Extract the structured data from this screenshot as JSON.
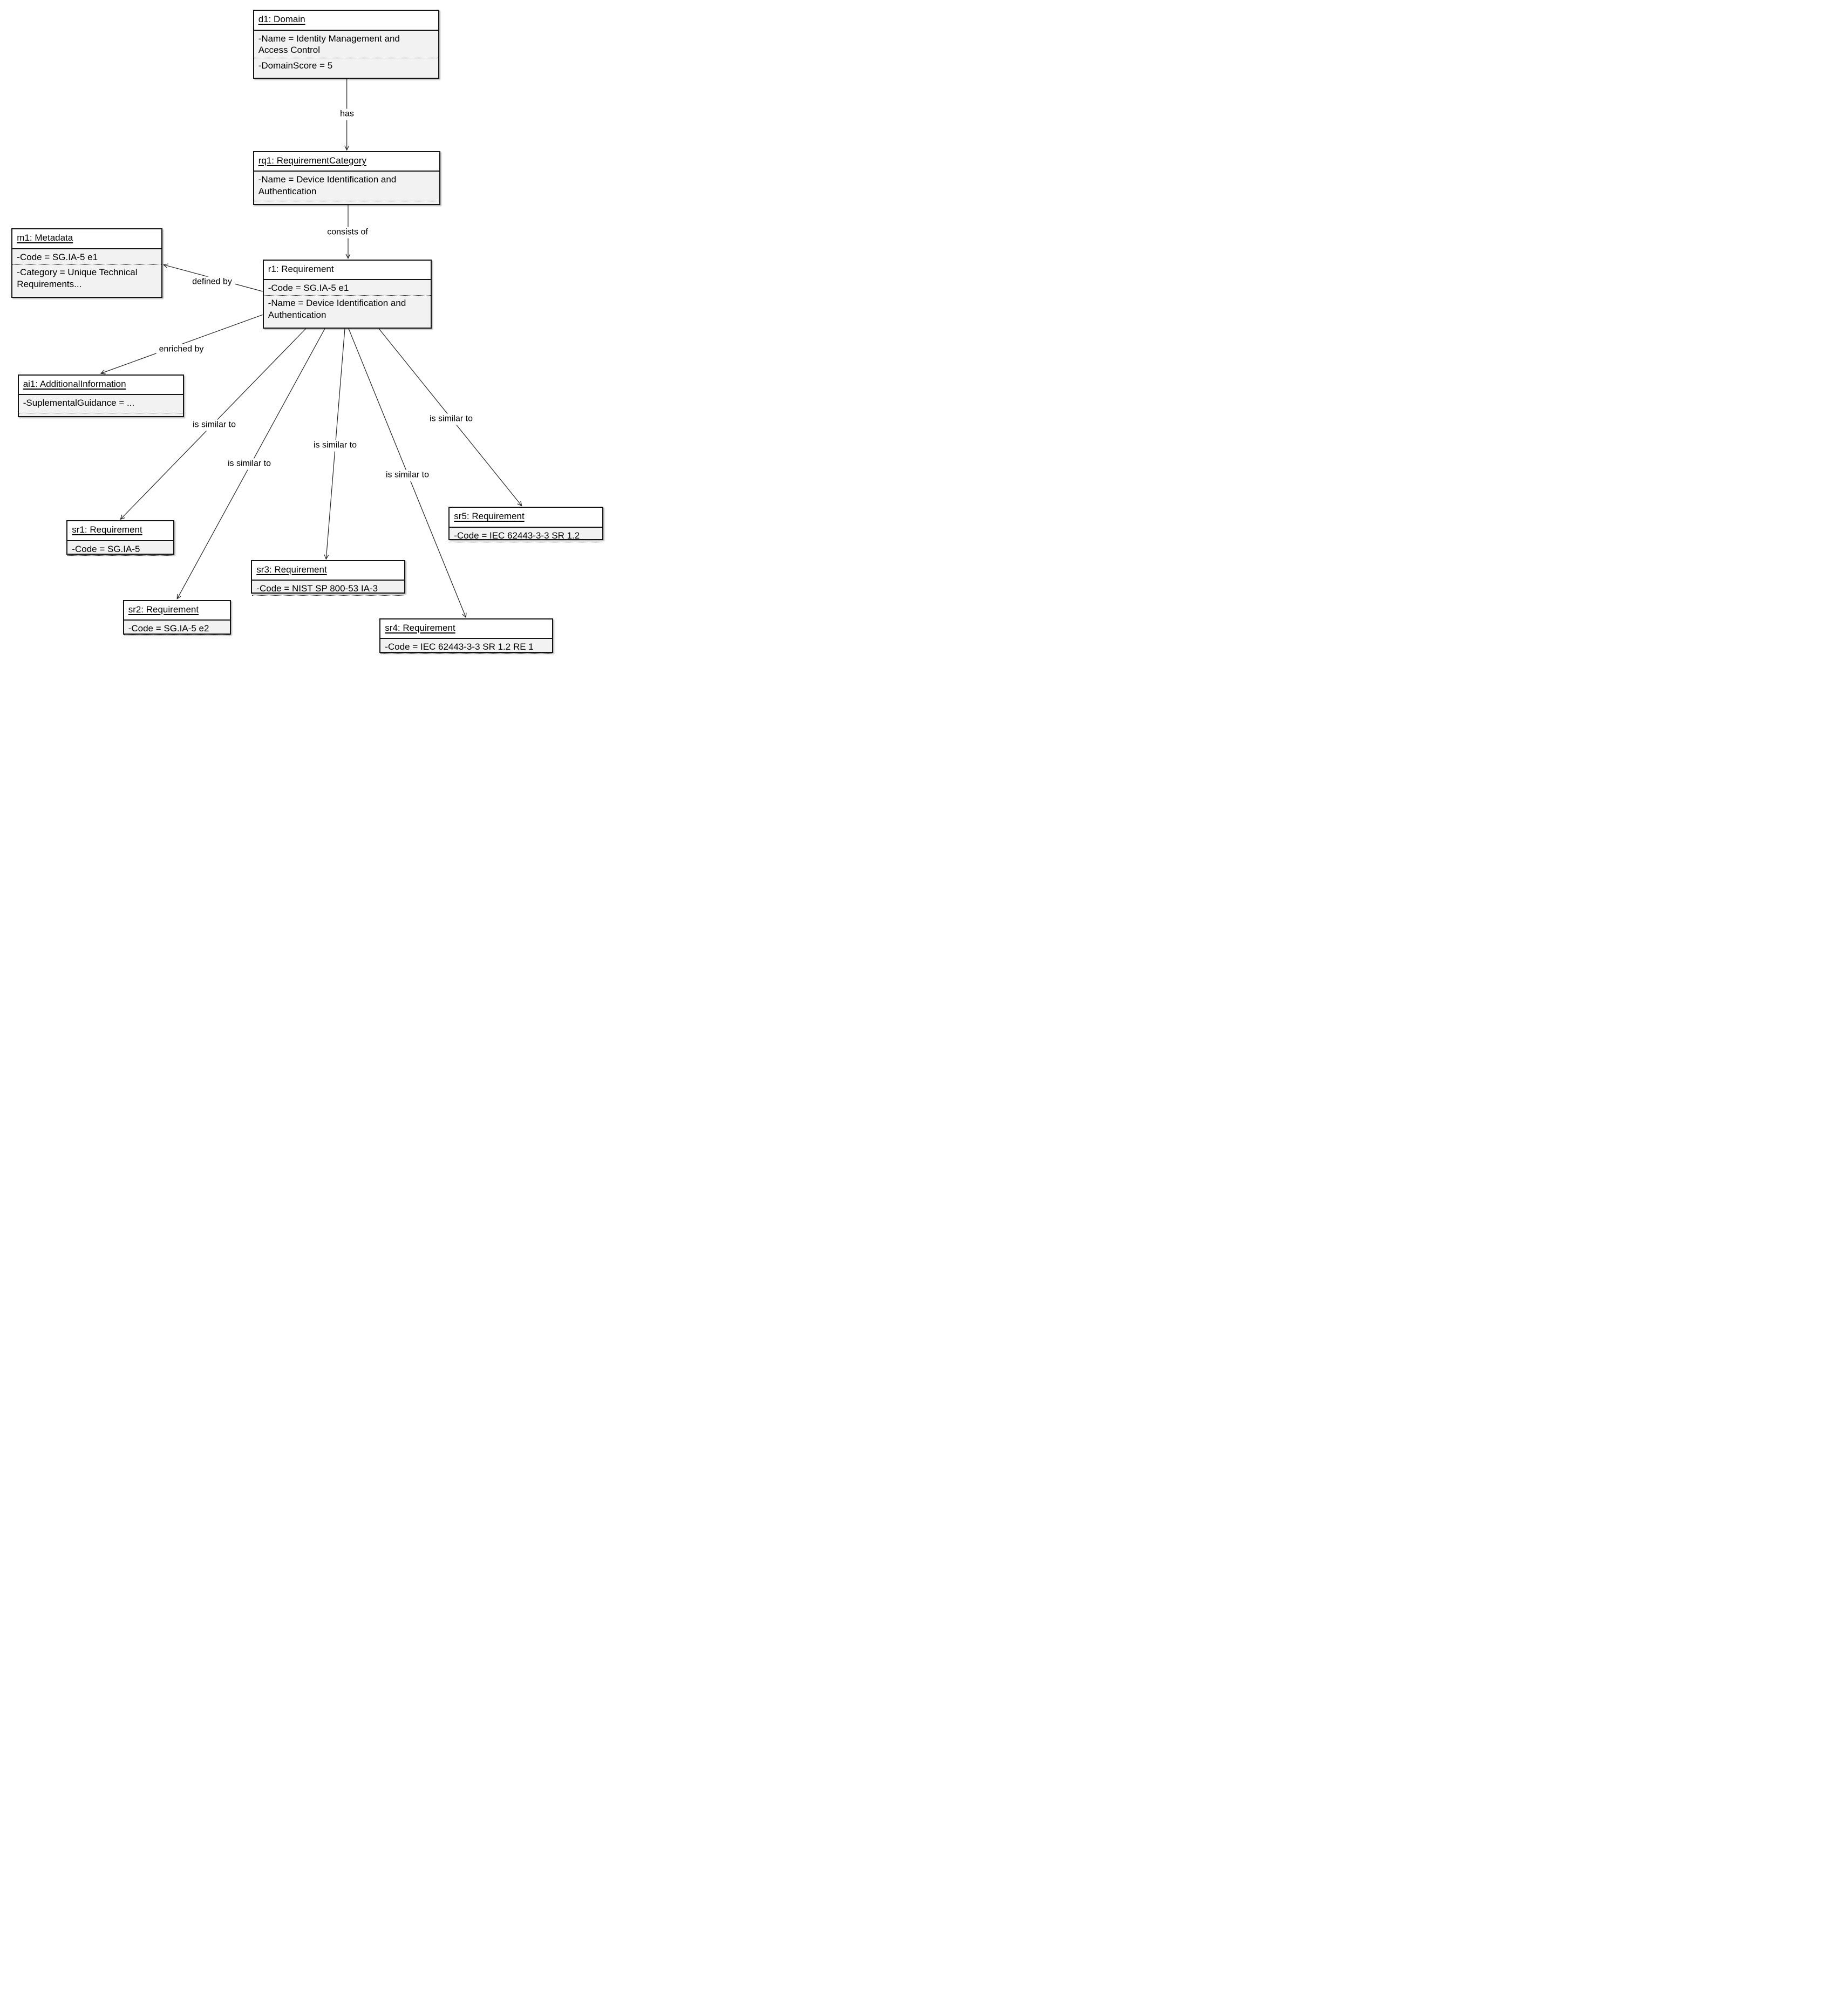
{
  "diagram": {
    "type": "uml-object-diagram",
    "colors": {
      "box_border": "#141414",
      "title_fill": "#ffffff",
      "attribute_fill": "#f2f2f2",
      "line_color": "#222222",
      "background": "#ffffff"
    },
    "nodes": [
      {
        "id": "d1",
        "title": "d1: Domain",
        "attributes": [
          "-Name = Identity Management and Access Control",
          "-DomainScore = 5"
        ]
      },
      {
        "id": "rq1",
        "title": "rq1: RequirementCategory",
        "attributes": [
          "-Name = Device Identification and Authentication"
        ]
      },
      {
        "id": "r1",
        "title": "r1: Requirement",
        "attributes": [
          "-Code = SG.IA-5 e1",
          "-Name = Device Identification and Authentication"
        ]
      },
      {
        "id": "m1",
        "title": "m1: Metadata",
        "attributes": [
          "-Code = SG.IA-5 e1",
          "-Category = Unique Technical Requirements..."
        ]
      },
      {
        "id": "ai1",
        "title": "ai1: AdditionalInformation",
        "attributes": [
          "-SuplementalGuidance = ..."
        ]
      },
      {
        "id": "sr1",
        "title": "sr1: Requirement",
        "attributes": [
          "-Code = SG.IA-5"
        ]
      },
      {
        "id": "sr2",
        "title": "sr2: Requirement",
        "attributes": [
          "-Code = SG.IA-5 e2"
        ]
      },
      {
        "id": "sr3",
        "title": "sr3: Requirement",
        "attributes": [
          "-Code = NIST SP 800-53 IA-3"
        ]
      },
      {
        "id": "sr4",
        "title": "sr4: Requirement",
        "attributes": [
          "-Code = IEC 62443-3-3 SR 1.2 RE 1"
        ]
      },
      {
        "id": "sr5",
        "title": "sr5: Requirement",
        "attributes": [
          "-Code = IEC 62443-3-3 SR 1.2"
        ]
      }
    ],
    "edges": [
      {
        "id": "has",
        "label": "has",
        "from": "d1",
        "to": "rq1"
      },
      {
        "id": "consists-of",
        "label": "consists of",
        "from": "rq1",
        "to": "r1"
      },
      {
        "id": "defined-by",
        "label": "defined by",
        "from": "r1",
        "to": "m1"
      },
      {
        "id": "enriched-by",
        "label": "enriched by",
        "from": "r1",
        "to": "ai1"
      },
      {
        "id": "similar-sr1",
        "label": "is similar to",
        "from": "r1",
        "to": "sr1"
      },
      {
        "id": "similar-sr2",
        "label": "is similar to",
        "from": "r1",
        "to": "sr2"
      },
      {
        "id": "similar-sr3",
        "label": "is similar to",
        "from": "r1",
        "to": "sr3"
      },
      {
        "id": "similar-sr4",
        "label": "is similar to",
        "from": "r1",
        "to": "sr4"
      },
      {
        "id": "similar-sr5",
        "label": "is similar to",
        "from": "r1",
        "to": "sr5"
      }
    ]
  }
}
